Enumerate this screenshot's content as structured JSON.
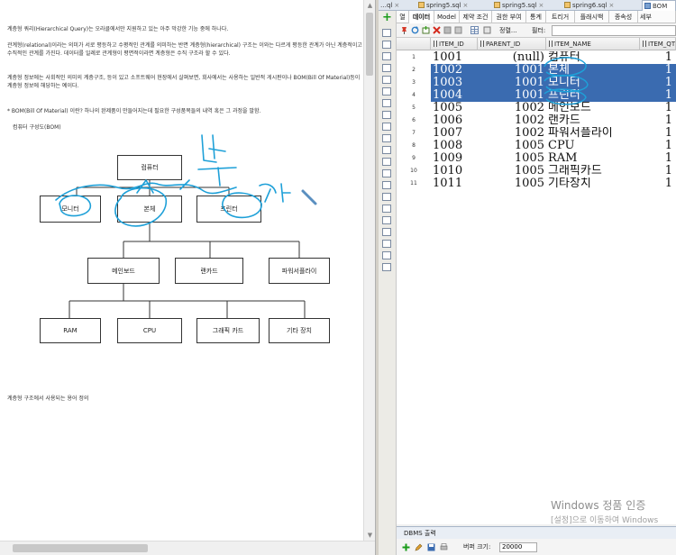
{
  "document": {
    "paragraphs": [
      "계층형 쿼리(Hierarchical Query)는 오라클에서만 지원하고 있는 아주 막강한 기능 중에 하나다.",
      "관계형(relational)이라는 의미가 서로 평등하고 수평적인 관계를 의미하는 반면 계층형(hierarchical) 구조는 이와는 다르게 평등한 관계가 아닌 계층적이고 수직적인 관계를 가진다. 데이터를 일례로 관계형이 평면적이라면 계층형은 수직 구조라 할 수 있다.",
      "계층형 정보에는 사회적인 의미의 계층구조, 등이 있고 소프트웨어 현장에서 살펴보면, 회사에서는 사용하는 일반적 게시판이나 BOM(Bill Of Material)등이 계층형 정보에 해당하는 예이다.",
      "* BOM(Bill Of Material) 이란? 하나의 완제품이 만들어지는데 필요한 구성품목들의 내역 혹은 그 과정을 말함.",
      "컴퓨터 구성도(BOM)",
      "계층형 구조에서 사용되는 용어 정의"
    ],
    "diagram": {
      "root": "컴퓨터",
      "level1": [
        "모니터",
        "본체",
        "프린터"
      ],
      "level2": [
        "메인보드",
        "랜카드",
        "파워서플라이"
      ],
      "level3": [
        "RAM",
        "CPU",
        "그래픽 카드",
        "기타 장치"
      ]
    }
  },
  "ide": {
    "tabs": [
      "…ql",
      "spring5.sql",
      "spring5.sql",
      "spring6.sql",
      "BOM"
    ],
    "subtabs": [
      "열",
      "데이터",
      "Model",
      "제약 조건",
      "권한 부여",
      "통계",
      "트리거",
      "플래시백",
      "종속성",
      "세부"
    ],
    "toolbar": {
      "sort_label": "정렬...",
      "filter_label": "필터:",
      "filter_value": ""
    },
    "columns": [
      "ITEM_ID",
      "PARENT_ID",
      "ITEM_NAME",
      "ITEM_QTY"
    ],
    "rows": [
      {
        "n": "1",
        "id": "1001",
        "pid": "(null)",
        "name": "컴퓨터",
        "qty": "1"
      },
      {
        "n": "2",
        "id": "1002",
        "pid": "1001",
        "name": "본체",
        "qty": "1"
      },
      {
        "n": "3",
        "id": "1003",
        "pid": "1001",
        "name": "모니터",
        "qty": "1"
      },
      {
        "n": "4",
        "id": "1004",
        "pid": "1001",
        "name": "프린터",
        "qty": "1"
      },
      {
        "n": "5",
        "id": "1005",
        "pid": "1002",
        "name": "메인보드",
        "qty": "1"
      },
      {
        "n": "6",
        "id": "1006",
        "pid": "1002",
        "name": "랜카드",
        "qty": "1"
      },
      {
        "n": "7",
        "id": "1007",
        "pid": "1002",
        "name": "파워서플라이",
        "qty": "1"
      },
      {
        "n": "8",
        "id": "1008",
        "pid": "1005",
        "name": "CPU",
        "qty": "1"
      },
      {
        "n": "9",
        "id": "1009",
        "pid": "1005",
        "name": "RAM",
        "qty": "1"
      },
      {
        "n": "10",
        "id": "1010",
        "pid": "1005",
        "name": "그래픽카드",
        "qty": "1"
      },
      {
        "n": "11",
        "id": "1011",
        "pid": "1005",
        "name": "기타장치",
        "qty": "1"
      }
    ],
    "watermark": {
      "line1": "Windows 정품 인증",
      "line2": "[설정]으로 이동하여 Windows"
    },
    "dbms": {
      "title": "DBMS 출력",
      "buffer_label": "버퍼 크기:",
      "buffer_value": "20000"
    }
  },
  "colors": {
    "selection": "#3a6bb0",
    "ink": "#1ea0d8",
    "add_icon": "#1a9b1a"
  }
}
